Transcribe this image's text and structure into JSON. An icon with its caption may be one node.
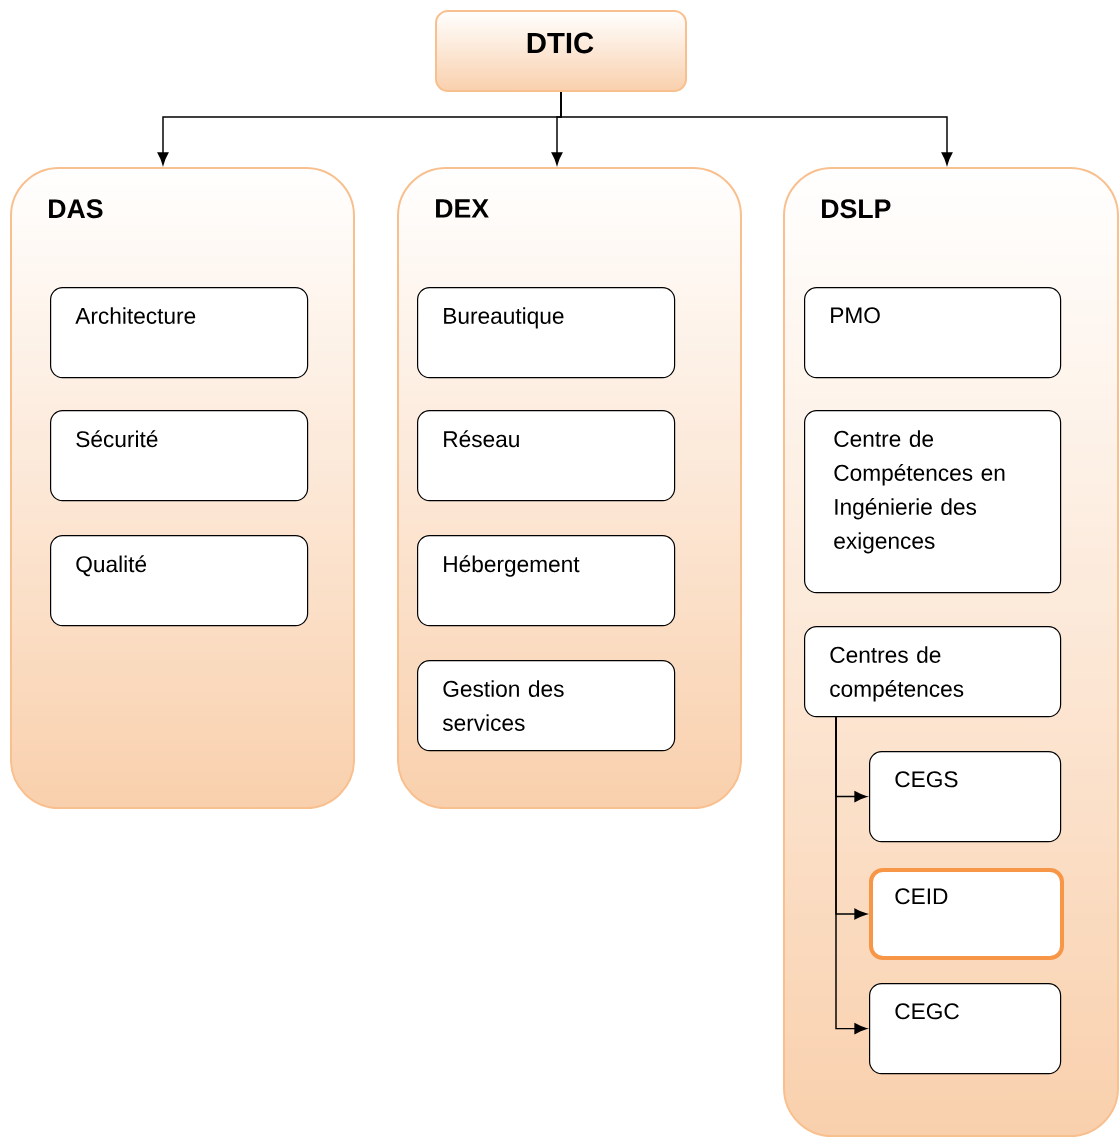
{
  "diagram": {
    "nodes": [
      {
        "text": [
          "DTIC"
        ]
      },
      {
        "text": [
          "DAS"
        ]
      },
      {
        "text": [
          "Architecture"
        ],
        "in": 1
      },
      {
        "text": [
          "Sécurité"
        ],
        "in": 1
      },
      {
        "text": [
          "Qualité"
        ],
        "in": 1
      },
      {
        "text": [
          "DEX"
        ]
      },
      {
        "text": [
          "Bureautique"
        ],
        "in": 5
      },
      {
        "text": [
          "Réseau"
        ],
        "in": 5
      },
      {
        "text": [
          "Hébergement"
        ],
        "in": 5
      },
      {
        "text": [
          "Gestion des services"
        ],
        "in": 5
      },
      {
        "text": [
          "DSLP"
        ]
      },
      {
        "text": [
          "PMO"
        ],
        "in": 10
      },
      {
        "text": [
          "Centre de Compétences en Ingénierie des exigences"
        ],
        "in": 10
      },
      {
        "text": [
          "Centres de compétences"
        ],
        "in": 10
      },
      {
        "text": [
          "CEGS"
        ],
        "in": 10
      },
      {
        "text": [
          "CEID"
        ],
        "in": 10
      },
      {
        "text": [
          "CEGC"
        ],
        "in": 10
      }
    ],
    "edges": [
      {
        "from": 0,
        "to": 1,
        "arrow": "to"
      },
      {
        "from": 0,
        "to": 5,
        "arrow": "to"
      },
      {
        "from": 0,
        "to": 10,
        "arrow": "to"
      },
      {
        "from": 13,
        "to": 14,
        "arrow": "to"
      },
      {
        "from": 13,
        "to": 15,
        "arrow": "to"
      },
      {
        "from": 13,
        "to": 16,
        "arrow": "to"
      }
    ]
  }
}
